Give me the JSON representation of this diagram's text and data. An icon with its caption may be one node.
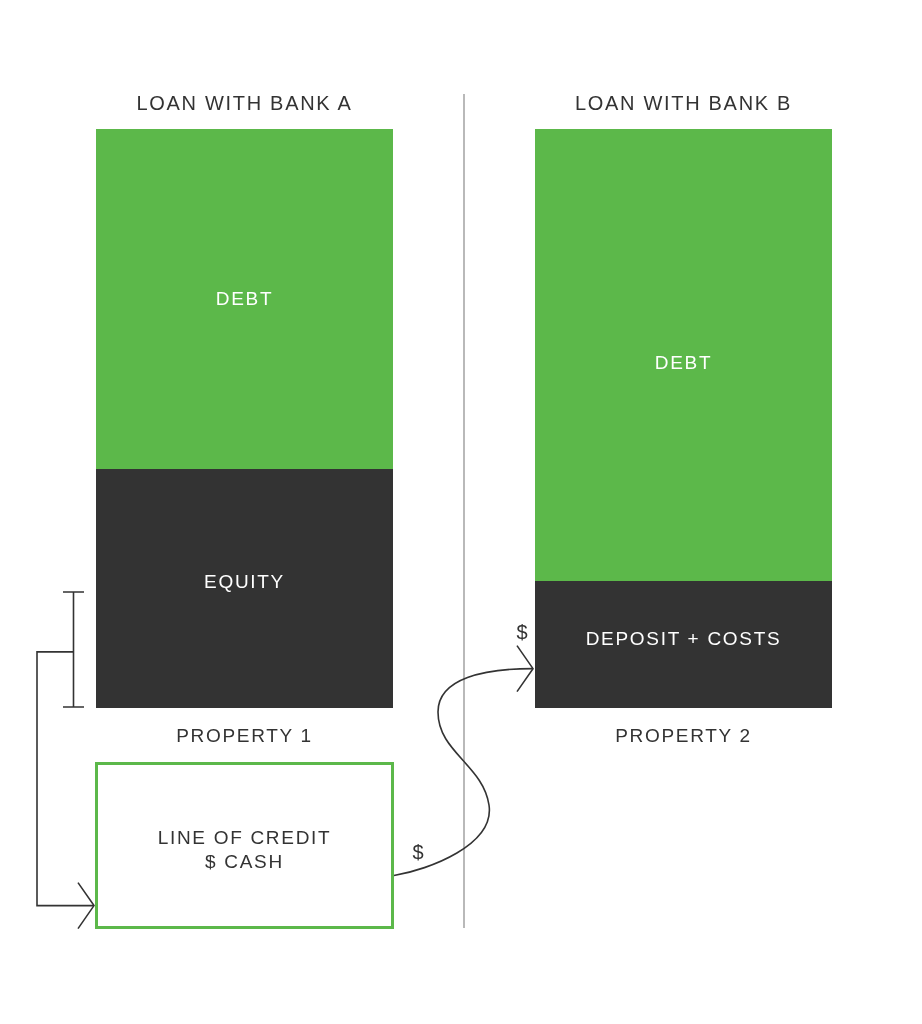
{
  "diagram": {
    "nodes": [
      {
        "text": [
          "LOAN WITH BANK A"
        ],
        "beside": [
          "PROPERTY 1"
        ]
      },
      {
        "text": [
          "DEBT"
        ],
        "in": 0
      },
      {
        "text": [
          "EQUITY"
        ],
        "in": 0
      },
      {
        "text": [
          "LOAN WITH BANK B"
        ],
        "beside": [
          "PROPERTY 2"
        ]
      },
      {
        "text": [
          "DEBT"
        ],
        "in": 3
      },
      {
        "text": [
          "DEPOSIT + COSTS"
        ],
        "in": 3
      },
      {
        "text": [],
        "shape": "bracket"
      },
      {
        "text": [
          "LINE OF CREDIT",
          "$ CASH"
        ]
      }
    ],
    "edges": [
      {
        "from": 6,
        "to": 7,
        "arrow": "to"
      },
      {
        "from": 7,
        "to": 5,
        "arrow": "to"
      }
    ],
    "labels": [
      "$",
      "$"
    ]
  }
}
